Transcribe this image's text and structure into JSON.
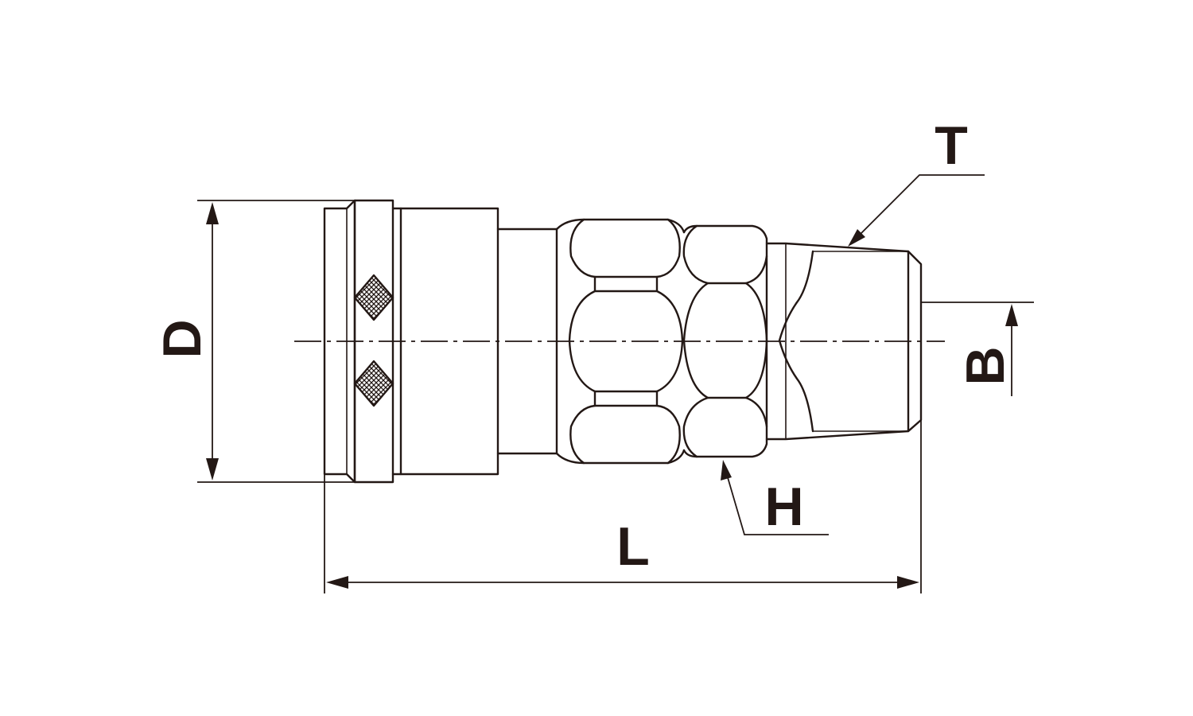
{
  "drawing": {
    "line_color": "#231815",
    "background": "#ffffff",
    "dimension_labels": {
      "diameter": "D",
      "length": "L",
      "hex": "H",
      "thread": "T",
      "bore": "B"
    }
  }
}
